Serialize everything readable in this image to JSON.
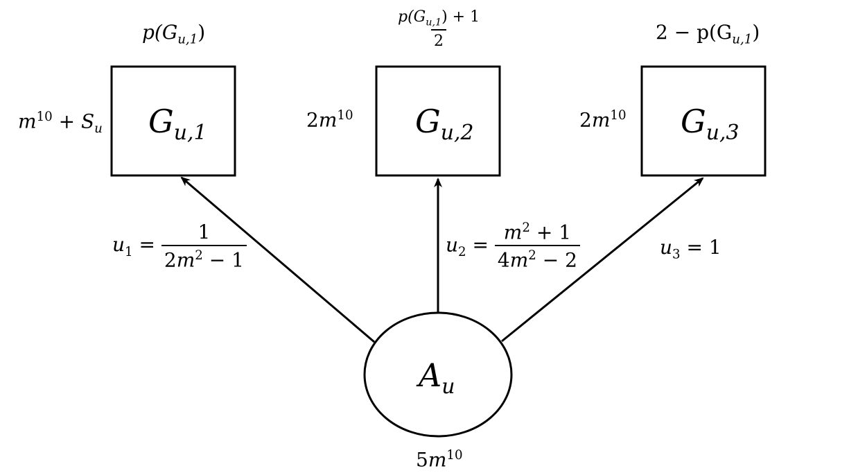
{
  "nodes": {
    "g1": {
      "main": "G",
      "sub": "u,1",
      "top_label": {
        "pre": "p(G",
        "sub": "u,1",
        "post": ")"
      },
      "left_label": {
        "base": "m",
        "sup": "10",
        "plus": " + S",
        "sub": "u"
      }
    },
    "g2": {
      "main": "G",
      "sub": "u,2",
      "top_label": {
        "num_pre": "p(G",
        "num_sub": "u,1",
        "num_post": ") + 1",
        "den": "2"
      },
      "left_label": {
        "coef": "2",
        "base": "m",
        "sup": "10"
      }
    },
    "g3": {
      "main": "G",
      "sub": "u,3",
      "top_label": {
        "pre": "2 − p(G",
        "sub": "u,1",
        "post": ")"
      },
      "left_label": {
        "coef": "2",
        "base": "m",
        "sup": "10"
      }
    },
    "a": {
      "main": "A",
      "sub": "u",
      "bottom_label": {
        "coef": "5",
        "base": "m",
        "sup": "10"
      }
    }
  },
  "edges": {
    "e1": {
      "var": "u",
      "sub": "1",
      "eq": " = ",
      "num": "1",
      "den_coef": "2",
      "den_base": "m",
      "den_sup": "2",
      "den_post": " − 1"
    },
    "e2": {
      "var": "u",
      "sub": "2",
      "eq": " = ",
      "num_base": "m",
      "num_sup": "2",
      "num_post": " + 1",
      "den_coef": "4",
      "den_base": "m",
      "den_sup": "2",
      "den_post": " − 2"
    },
    "e3": {
      "var": "u",
      "sub": "3",
      "eq": " = ",
      "rhs": "1"
    }
  }
}
